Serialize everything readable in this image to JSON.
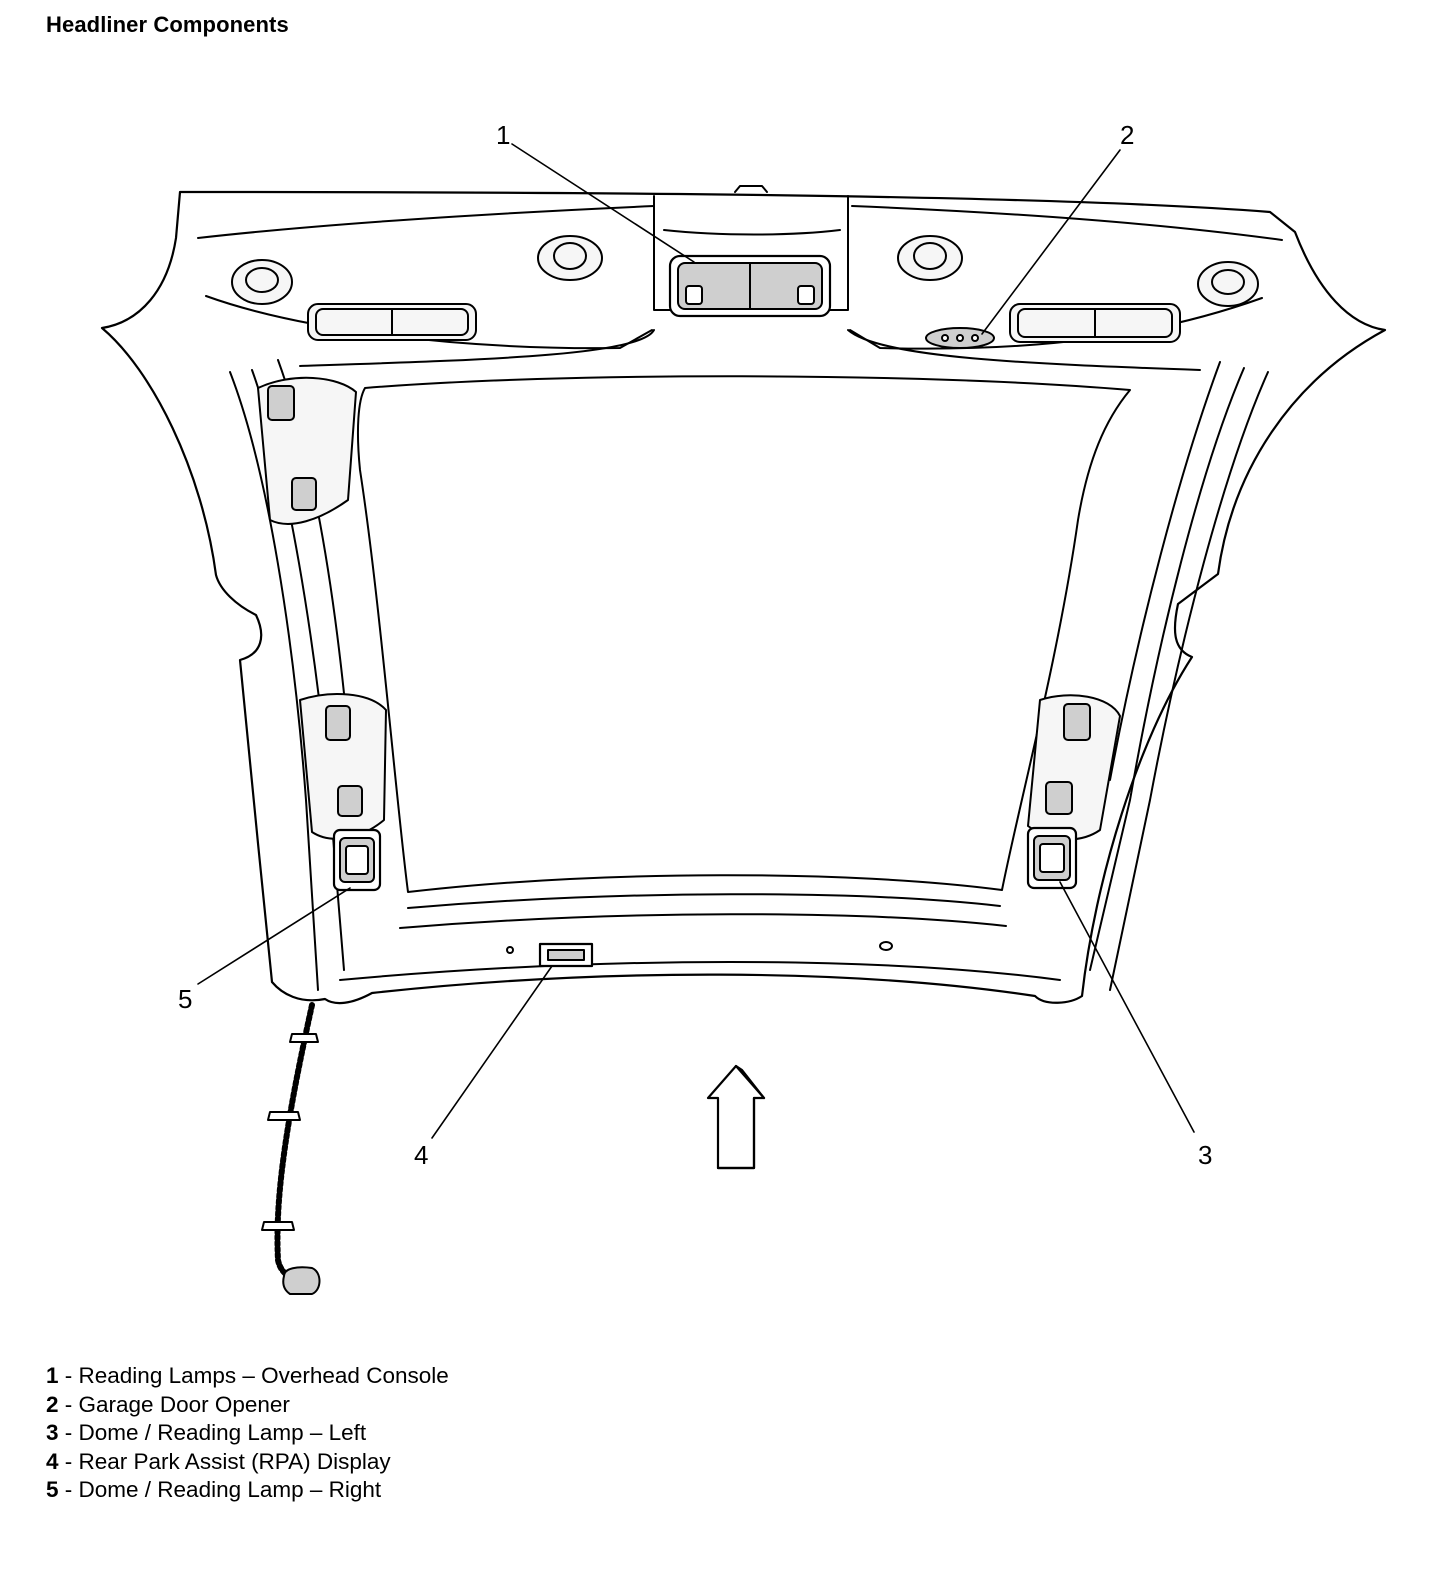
{
  "title": "Headliner Components",
  "callouts": [
    {
      "number": "1"
    },
    {
      "number": "2"
    },
    {
      "number": "3"
    },
    {
      "number": "4"
    },
    {
      "number": "5"
    }
  ],
  "legend": [
    {
      "number": "1",
      "separator": " - ",
      "label": "Reading Lamps – Overhead Console"
    },
    {
      "number": "2",
      "separator": " - ",
      "label": "Garage Door Opener"
    },
    {
      "number": "3",
      "separator": " - ",
      "label": "Dome / Reading Lamp – Left"
    },
    {
      "number": "4",
      "separator": " - ",
      "label": "Rear Park Assist (RPA) Display"
    },
    {
      "number": "5",
      "separator": " - ",
      "label": "Dome / Reading Lamp – Right"
    }
  ],
  "colors": {
    "line": "#000000",
    "fill": "#ffffff",
    "panel": "#f6f6f6",
    "component": "#cfcfcf"
  },
  "icons": {
    "direction_arrow": "forward-arrow-icon"
  }
}
